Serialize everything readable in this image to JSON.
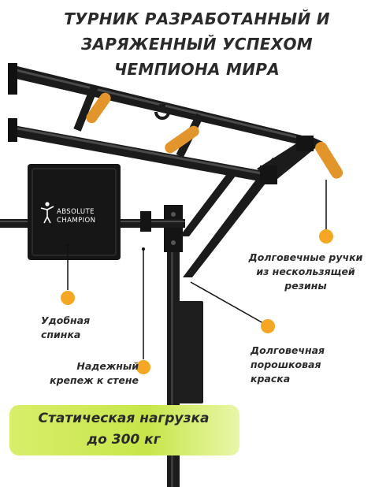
{
  "title": {
    "line1": "ТУРНИК РАЗРАБОТАННЫЙ И",
    "line2": "ЗАРЯЖЕННЫЙ УСПЕХОМ",
    "line3": "ЧЕМПИОНА МИРА"
  },
  "brand": {
    "line1": "ABSOLUTE",
    "line2": "CHAMPION"
  },
  "callouts": {
    "handles": [
      "Долговечные ручки",
      "из нескользящей",
      "резины"
    ],
    "back": [
      "Удобная",
      "спинка"
    ],
    "mount": [
      "Надежный",
      "крепеж к стене"
    ],
    "paint": [
      "Долговечная",
      "порошковая",
      "краска"
    ]
  },
  "banner": {
    "line1": "Статическая нагрузка",
    "line2": "до 300 кг"
  },
  "colors": {
    "frame": "#1b1b1b",
    "grip": "#e1952a",
    "dot": "#f5a623",
    "banner": "#c7e64a"
  }
}
